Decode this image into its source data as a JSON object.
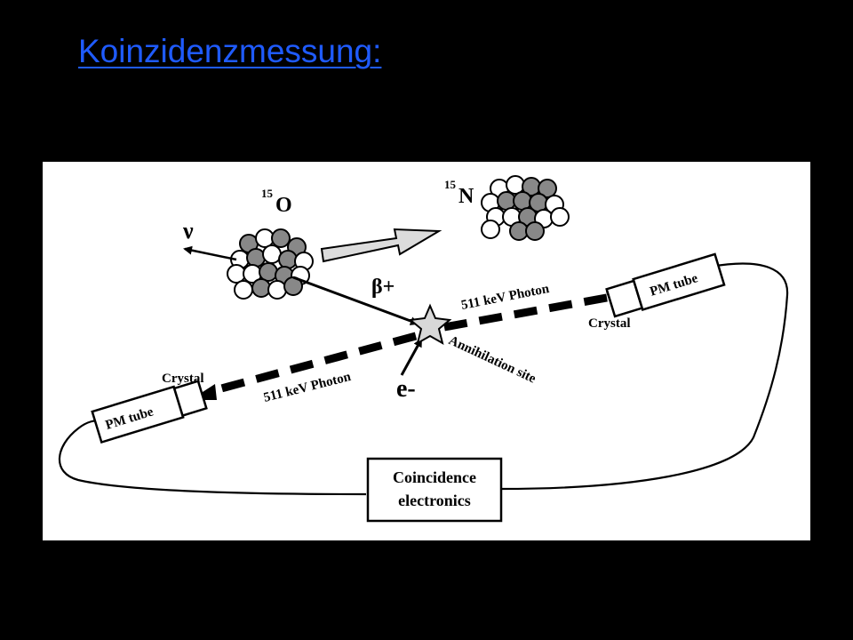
{
  "slide": {
    "title": "Koinzidenzmessung:",
    "title_color": "#1f5bff",
    "background": "#000000"
  },
  "diagram": {
    "labels": {
      "o15_mass": "15",
      "o15_symbol": "O",
      "n15_mass": "15",
      "n15_symbol": "N",
      "neutrino": "ν",
      "beta_plus": "β+",
      "photon_right": "511 keV  Photon",
      "photon_left": "511 keV  Photon",
      "annihilation_site": "Annihilation site",
      "electron": "e-",
      "crystal_right": "Crystal",
      "crystal_left": "Crystal",
      "pm_tube_right": "PM tube",
      "pm_tube_left": "PM tube",
      "coincidence_line1": "Coincidence",
      "coincidence_line2": "electronics"
    }
  }
}
